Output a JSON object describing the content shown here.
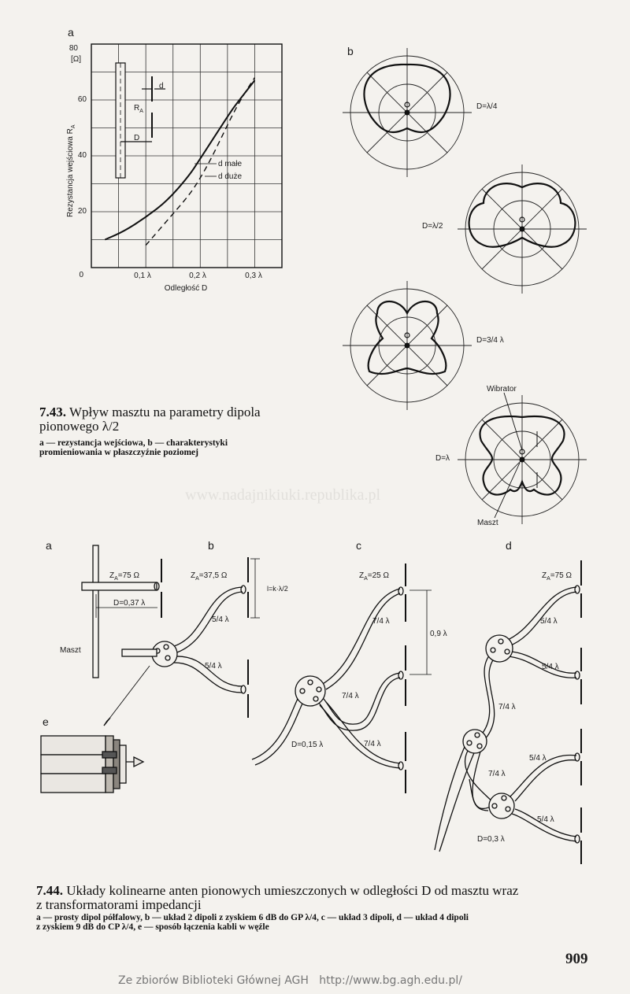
{
  "fig743": {
    "panel_a_letter": "a",
    "panel_b_letter": "b",
    "graph": {
      "y_unit": "[Ω]",
      "ylabel": "Rezystancja wejściowa R",
      "ylabel_sub": "A",
      "xlabel": "Odległość D",
      "y_ticks": [
        "80",
        "60",
        "40",
        "20",
        "0"
      ],
      "x_ticks": [
        "0,1 λ",
        "0,2 λ",
        "0,3 λ"
      ],
      "legend_small": "d małe",
      "legend_large": "d duże",
      "inset_d": "d",
      "inset_ra": "R",
      "inset_ra_sub": "A",
      "inset_D": "D"
    },
    "polar_labels": [
      "D=λ/4",
      "D=λ/2",
      "D=3/4 λ",
      "D=λ"
    ],
    "wibrator_label": "Wibrator",
    "maszt_label": "Maszt",
    "caption_num": "7.43.",
    "caption_title_1": "Wpływ masztu na parametry dipola",
    "caption_title_2": "pionowego λ/2",
    "caption_sub_1": "a — rezystancja wejściowa, b — charakterystyki",
    "caption_sub_2": "promieniowania w płaszczyźnie poziomej"
  },
  "chart_data": {
    "type": "line",
    "title": "",
    "xlabel": "Odległość D",
    "ylabel": "Rezystancja wejściowa R_A [Ω]",
    "xlim": [
      0,
      0.35
    ],
    "ylim": [
      0,
      80
    ],
    "x_tick_labels": [
      "0,1 λ",
      "0,2 λ",
      "0,3 λ"
    ],
    "grid": true,
    "series": [
      {
        "name": "d małe",
        "style": "solid",
        "x": [
          0.025,
          0.06,
          0.1,
          0.14,
          0.18,
          0.2,
          0.22,
          0.24,
          0.26,
          0.28,
          0.3
        ],
        "y": [
          10,
          13,
          18,
          24,
          33,
          39,
          45,
          51,
          57,
          62,
          67
        ]
      },
      {
        "name": "d duże",
        "style": "dashed",
        "x": [
          0.1,
          0.14,
          0.18,
          0.2,
          0.22,
          0.24,
          0.26,
          0.28,
          0.3
        ],
        "y": [
          8,
          17,
          26,
          32,
          39,
          47,
          55,
          62,
          68
        ]
      }
    ]
  },
  "fig744": {
    "letters": [
      "a",
      "b",
      "c",
      "d",
      "e"
    ],
    "a_za": "Z",
    "a_za_sub": "A",
    "a_za_val": "=75 Ω",
    "a_d": "D=0,37 λ",
    "a_maszt": "Maszt",
    "b_za": "Z",
    "b_za_sub": "A",
    "b_za_val": "=37,5 Ω",
    "b_l": "l=k·λ/2",
    "b_54_1": "5/4 λ",
    "b_54_2": "5/4 λ",
    "c_za": "Z",
    "c_za_sub": "A",
    "c_za_val": "=25 Ω",
    "c_74_1": "7/4 λ",
    "c_09": "0,9 λ",
    "c_74_2": "7/4 λ",
    "c_74_3": "7/4 λ",
    "c_d": "D=0,15 λ",
    "d_za": "Z",
    "d_za_sub": "A",
    "d_za_val": "=75 Ω",
    "d_54_1": "5/4 λ",
    "d_54_2": "5/4 λ",
    "d_74_1": "7/4 λ",
    "d_54_3": "5/4 λ",
    "d_74_2": "7/4 λ",
    "d_54_4": "5/4 λ",
    "d_d": "D=0,3 λ",
    "caption_num": "7.44.",
    "caption_title_1": "Układy kolinearne anten pionowych umieszczonych w odległości D od masztu wraz",
    "caption_title_2": "z transformatorami impedancji",
    "caption_sub_1": "a — prosty dipol półfalowy, b — układ 2 dipoli z zyskiem 6 dB do GP λ/4, c — układ 3 dipoli, d — układ 4 dipoli",
    "caption_sub_2": "z zyskiem 9 dB do CP λ/4, e — sposób łączenia kabli w węźle"
  },
  "watermark": "www.nadajnikiuki.republika.pl",
  "page_number": "909",
  "footer": "Ze zbiorów Biblioteki Głównej AGH   http://www.bg.agh.edu.pl/"
}
